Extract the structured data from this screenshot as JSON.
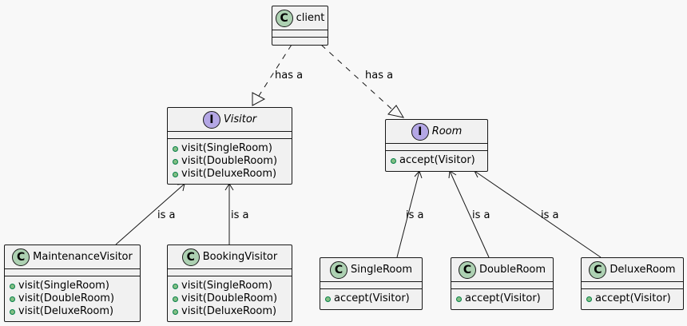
{
  "classes": {
    "client": {
      "name": "client",
      "kind": "class",
      "methods": []
    },
    "visitor": {
      "name": "Visitor",
      "kind": "interface",
      "methods": [
        "visit(SingleRoom)",
        "visit(DoubleRoom)",
        "visit(DeluxeRoom)"
      ]
    },
    "room": {
      "name": "Room",
      "kind": "interface",
      "methods": [
        "accept(Visitor)"
      ]
    },
    "maintenance": {
      "name": "MaintenanceVisitor",
      "kind": "class",
      "methods": [
        "visit(SingleRoom)",
        "visit(DoubleRoom)",
        "visit(DeluxeRoom)"
      ]
    },
    "booking": {
      "name": "BookingVisitor",
      "kind": "class",
      "methods": [
        "visit(SingleRoom)",
        "visit(DoubleRoom)",
        "visit(DeluxeRoom)"
      ]
    },
    "single": {
      "name": "SingleRoom",
      "kind": "class",
      "methods": [
        "accept(Visitor)"
      ]
    },
    "double": {
      "name": "DoubleRoom",
      "kind": "class",
      "methods": [
        "accept(Visitor)"
      ]
    },
    "deluxe": {
      "name": "DeluxeRoom",
      "kind": "class",
      "methods": [
        "accept(Visitor)"
      ]
    }
  },
  "badges": {
    "class": "C",
    "interface": "I"
  },
  "colors": {
    "class_badge": "#add1b2",
    "interface_badge": "#b4a7e5",
    "method_dot": "#84be84",
    "line": "#181818",
    "background": "#f8f8f8"
  },
  "relations": [
    {
      "from": "client",
      "to": "visitor",
      "type": "realization",
      "label": "has a"
    },
    {
      "from": "client",
      "to": "room",
      "type": "realization",
      "label": "has a"
    },
    {
      "from": "maintenance",
      "to": "visitor",
      "type": "association",
      "label": "is a"
    },
    {
      "from": "booking",
      "to": "visitor",
      "type": "association",
      "label": "is a"
    },
    {
      "from": "single",
      "to": "room",
      "type": "association",
      "label": "is a"
    },
    {
      "from": "double",
      "to": "room",
      "type": "association",
      "label": "is a"
    },
    {
      "from": "deluxe",
      "to": "room",
      "type": "association",
      "label": "is a"
    }
  ]
}
